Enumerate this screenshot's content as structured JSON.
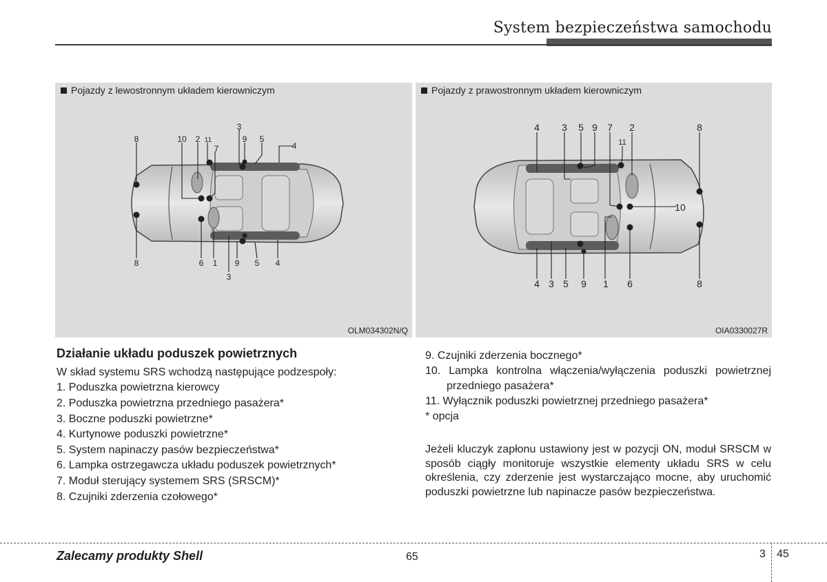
{
  "header": {
    "section_title": "System bezpieczeństwa samochodu"
  },
  "figures": {
    "left": {
      "caption": "Pojazdy z lewostronnym układem kierowniczym",
      "code": "OLM034302N/Q",
      "labels": [
        "8",
        "10",
        "2",
        "11",
        "7",
        "3",
        "9",
        "5",
        "4",
        "8",
        "6",
        "1",
        "9",
        "5",
        "4",
        "3"
      ]
    },
    "right": {
      "caption": "Pojazdy z prawostronnym układem kierowniczym",
      "code": "OIA0330027R",
      "labels": [
        "4",
        "3",
        "5",
        "9",
        "7",
        "2",
        "8",
        "11",
        "10",
        "4",
        "3",
        "5",
        "9",
        "1",
        "6",
        "8"
      ]
    }
  },
  "content": {
    "title": "Działanie układu poduszek powietrznych",
    "intro": "W skład systemu SRS wchodzą następujące podzespoły:",
    "items_left": [
      "1. Poduszka powietrzna kierowcy",
      "2. Poduszka powietrzna przedniego pasażera*",
      "3. Boczne poduszki powietrzne*",
      "4. Kurtynowe poduszki powietrzne*",
      "5. System napinaczy pasów bezpieczeństwa*",
      "6. Lampka ostrzegawcza układu poduszek powietrznych*",
      "7. Moduł sterujący systemem SRS (SRSCM)*",
      "8. Czujniki zderzenia czołowego*"
    ],
    "items_right": [
      "9. Czujniki zderzenia bocznego*",
      "10. Lampka kontrolna włączenia/wyłączenia poduszki powietrznej przedniego pasażera*",
      "11. Wyłącznik poduszki powietrznej przedniego pasażera*"
    ],
    "note": "* opcja",
    "paragraph": "Jeżeli kluczyk zapłonu ustawiony jest w pozycji ON, moduł SRSCM w sposób ciągły monitoruje wszystkie elementy układu SRS w celu określenia, czy zderzenie jest wystarczająco mocne, aby uruchomić poduszki powietrzne lub napinacze pasów bezpieczeństwa."
  },
  "footer": {
    "brand": "Zalecamy produkty Shell",
    "page": "65",
    "chapter": "3",
    "chapter_page": "45"
  }
}
